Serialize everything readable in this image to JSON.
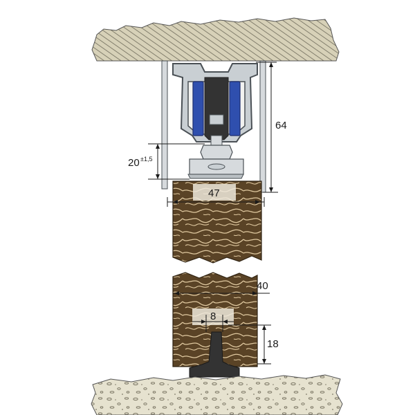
{
  "dimensions": {
    "rail_height": "64",
    "adjustment": "20",
    "adjustment_tolerance": "±1,5",
    "top_width": "47",
    "bottom_width": "40",
    "groove_width": "8",
    "groove_depth": "18"
  },
  "colors": {
    "ceiling_fill": "#d7d1b8",
    "ceiling_hatch": "#6e6a5a",
    "floor_fill": "#e6e2cf",
    "floor_speck": "#7d7866",
    "wood_fill": "#5a4326",
    "wood_grain": "#e0c9a0",
    "rail_fill": "#c9cfd3",
    "rail_stroke": "#4a5055",
    "wheel_blue": "#2f4fae",
    "guide_dark": "#333333",
    "label_box": "#efe9dc"
  }
}
